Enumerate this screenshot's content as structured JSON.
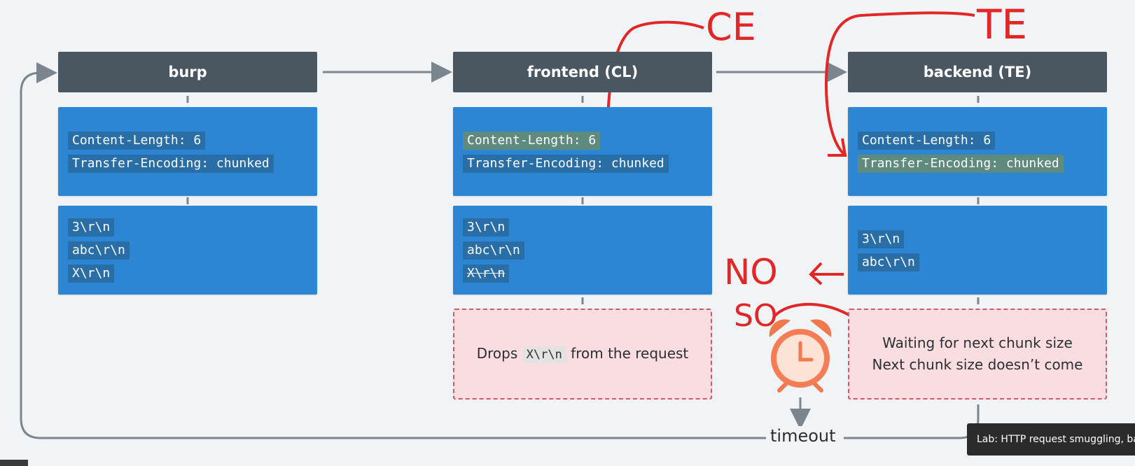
{
  "columns": [
    {
      "title": "burp",
      "headers": [
        "Content-Length: 6",
        "Transfer-Encoding: chunked"
      ],
      "body": [
        "3\\r\\n",
        "abc\\r\\n",
        "X\\r\\n"
      ]
    },
    {
      "title": "frontend (CL)",
      "headers": [
        "Content-Length: 6",
        "Transfer-Encoding: chunked"
      ],
      "body": [
        "3\\r\\n",
        "abc\\r\\n",
        "X\\r\\n"
      ],
      "note": {
        "before": "Drops",
        "code": "X\\r\\n",
        "after": "from the request"
      }
    },
    {
      "title": "backend (TE)",
      "headers": [
        "Content-Length: 6",
        "Transfer-Encoding: chunked"
      ],
      "body": [
        "3\\r\\n",
        "abc\\r\\n"
      ],
      "note": {
        "line1": "Waiting for next chunk size",
        "line2": "Next chunk size doesn’t come"
      }
    }
  ],
  "timeout_label": "timeout",
  "tooltip": "Lab: HTTP request smuggling, basic",
  "annotations": {
    "ce": "CE",
    "te": "TE",
    "no": "NO",
    "so": "SO"
  },
  "icons": {
    "alarm": "alarm-clock-icon"
  },
  "colors": {
    "header": "#4a5761",
    "box": "#2c86d3",
    "highlight": "#5f8a7e",
    "note_bg": "#f9dde0",
    "ink": "#e32727"
  }
}
